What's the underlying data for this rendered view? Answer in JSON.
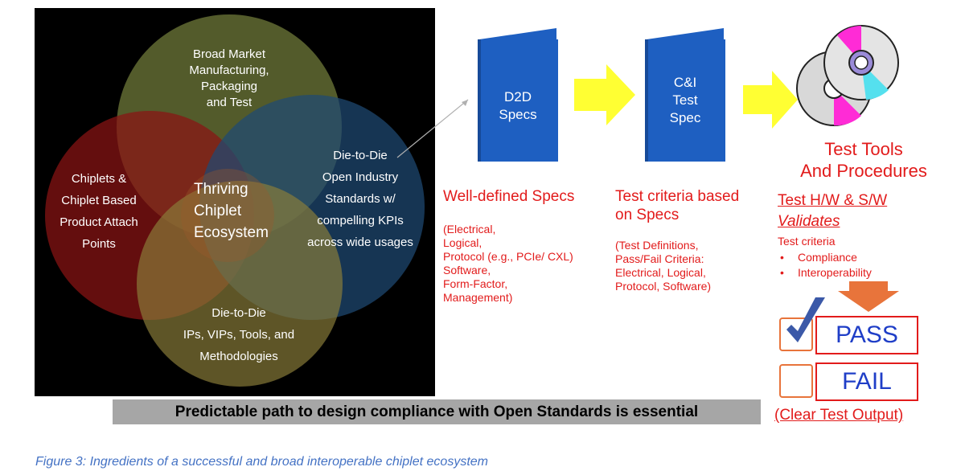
{
  "venn": {
    "top": "Broad Market\nManufacturing,\nPackaging\nand Test",
    "left": "Chiplets &\nChiplet Based\nProduct Attach\nPoints",
    "right": "Die-to-Die\nOpen Industry\nStandards w/\ncompelling KPIs\nacross wide usages",
    "bottom": "Die-to-Die\nIPs, VIPs, Tools, and\nMethodologies",
    "center": "Thriving\nChiplet\nEcosystem",
    "colors": {
      "top": "#6f7a3a",
      "left": "#8b1414",
      "right": "#1f4a73",
      "bottom": "#8a7d3a"
    }
  },
  "books": {
    "d2d": "D2D\nSpecs",
    "ci": "C&I\nTest\nSpec",
    "color": "#1e5fc1"
  },
  "columns": {
    "specs_title": "Well-defined Specs",
    "specs_body": "(Electrical,\nLogical,\nProtocol (e.g., PCIe/ CXL)\nSoftware,\nForm-Factor,\nManagement)",
    "test_title": "Test criteria based\non Specs",
    "test_body": "(Test Definitions,\nPass/Fail Criteria:\nElectrical, Logical,\nProtocol,  Software)"
  },
  "tools": {
    "title": "Test Tools\nAnd Procedures",
    "hw_sw": "Test H/W & S/W",
    "validates": "Validates",
    "criteria_label": "Test criteria",
    "criteria": [
      "Compliance",
      "Interoperability"
    ],
    "pass": "PASS",
    "fail": "FAIL",
    "output": "(Clear Test Output)"
  },
  "banner": "Predictable path to design compliance with Open Standards is essential",
  "caption": "Figure 3: Ingredients of a successful and broad interoperable chiplet ecosystem"
}
